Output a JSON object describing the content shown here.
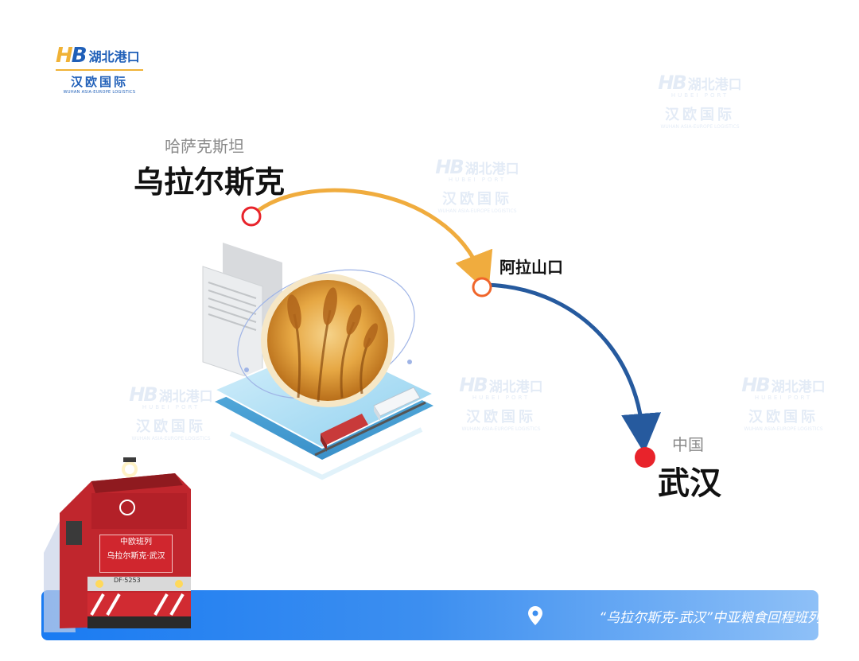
{
  "logo": {
    "initials": "HB",
    "brand_cn": "湖北港口",
    "brand_en": "HUBEI PORT",
    "sub_cn": "汉欧国际",
    "sub_en": "WUHAN ASIA-EUROPE LOGISTICS"
  },
  "route": {
    "origin_country": "哈萨克斯坦",
    "origin_city": "乌拉尔斯克",
    "transit_station": "阿拉山口",
    "dest_country": "中国",
    "dest_city": "武汉"
  },
  "train": {
    "sign_line1": "中欧班列",
    "sign_line2": "乌拉尔斯克·武汉",
    "number": "DF·5253"
  },
  "banner": {
    "caption": "“乌拉尔斯克-武汉”中亚粮食回程班列",
    "icon": "location-pin-icon"
  },
  "colors": {
    "brand_blue": "#1f5fb8",
    "brand_gold": "#f0b236",
    "arrow_orange": "#f0ac3e",
    "arrow_blue": "#265a9e",
    "marker_red": "#e8232b",
    "banner_blue": "#1a7bf2"
  }
}
